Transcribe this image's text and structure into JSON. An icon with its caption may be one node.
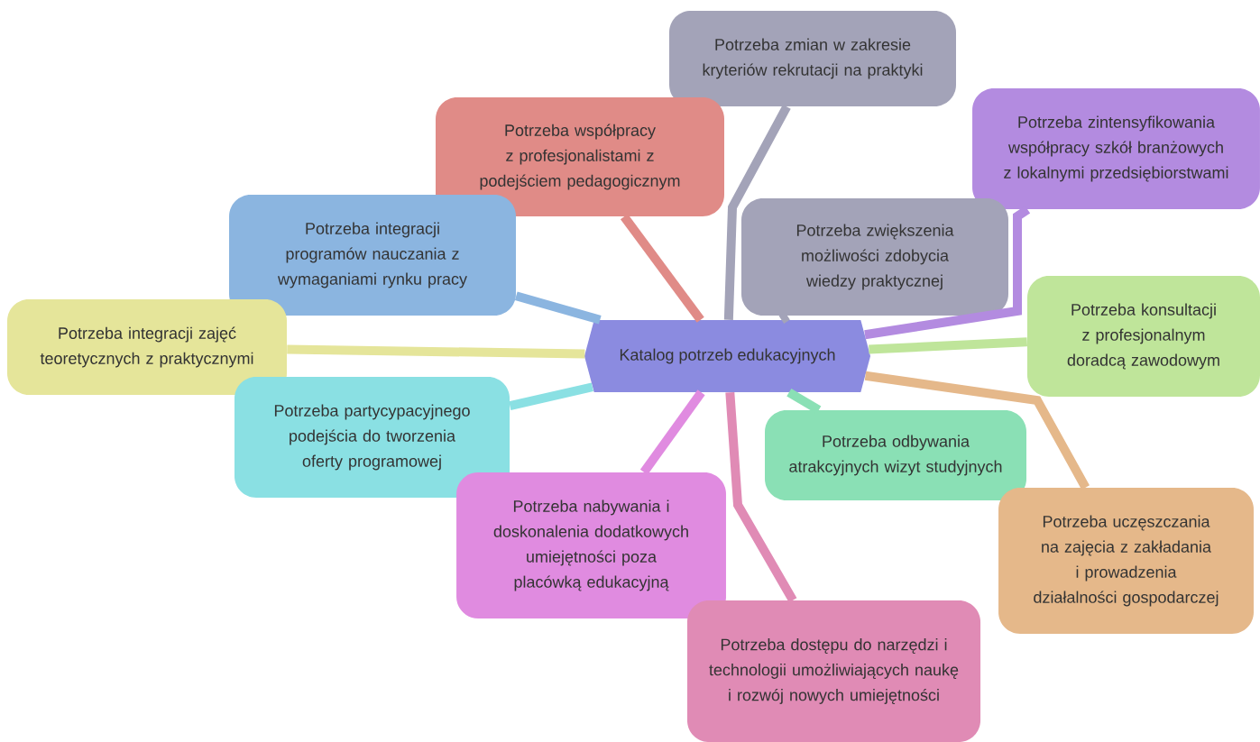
{
  "diagram": {
    "nodes": [
      {
        "text": [
          "Katalog potrzeb edukacyjnych"
        ]
      },
      {
        "text": [
          "Potrzeba zmian w zakresie kryteriów rekrutacji na praktyki"
        ]
      },
      {
        "text": [
          "Potrzeba zintensyfikowania współpracy szkół branżowych z lokalnymi przedsiębiorstwami"
        ]
      },
      {
        "text": [
          "Potrzeba współpracy z profesjonalistami z podejściem pedagogicznym"
        ]
      },
      {
        "text": [
          "Potrzeba integracji programów nauczania z wymaganiami rynku pracy"
        ]
      },
      {
        "text": [
          "Potrzeba zwiększenia możliwości zdobycia wiedzy praktycznej"
        ]
      },
      {
        "text": [
          "Potrzeba integracji zajęć teoretycznych z praktycznymi"
        ]
      },
      {
        "text": [
          "Potrzeba konsultacji z profesjonalnym doradcą zawodowym"
        ]
      },
      {
        "text": [
          "Potrzeba partycypacyjnego podejścia do tworzenia oferty programowej"
        ]
      },
      {
        "text": [
          "Potrzeba odbywania atrakcyjnych wizyt studyjnych"
        ]
      },
      {
        "text": [
          "Potrzeba nabywania i doskonalenia dodatkowych umiejętności poza placówką edukacyjną"
        ]
      },
      {
        "text": [
          "Potrzeba uczęszczania na zajęcia z zakładania i prowadzenia działalności gospodarczej"
        ]
      },
      {
        "text": [
          "Potrzeba dostępu do narzędzi i technologii umożliwiających naukę i rozwój nowych umiejętności"
        ]
      }
    ],
    "edges": [
      {
        "from": 0,
        "to": 1,
        "arrow": "none",
        "color": "#a3a3b8"
      },
      {
        "from": 0,
        "to": 2,
        "arrow": "none",
        "color": "#b38be0"
      },
      {
        "from": 0,
        "to": 3,
        "arrow": "none",
        "color": "#e08b87"
      },
      {
        "from": 0,
        "to": 4,
        "arrow": "none",
        "color": "#8bb5e0"
      },
      {
        "from": 0,
        "to": 5,
        "arrow": "none",
        "color": "#a3a3b8"
      },
      {
        "from": 0,
        "to": 6,
        "arrow": "none",
        "color": "#e5e59a"
      },
      {
        "from": 0,
        "to": 7,
        "arrow": "none",
        "color": "#bfe59a"
      },
      {
        "from": 0,
        "to": 8,
        "arrow": "none",
        "color": "#8ae0e3"
      },
      {
        "from": 0,
        "to": 9,
        "arrow": "none",
        "color": "#8ae0b5"
      },
      {
        "from": 0,
        "to": 10,
        "arrow": "none",
        "color": "#e08be0"
      },
      {
        "from": 0,
        "to": 11,
        "arrow": "none",
        "color": "#e5b88a"
      },
      {
        "from": 0,
        "to": 12,
        "arrow": "none",
        "color": "#e08bb5"
      }
    ]
  }
}
